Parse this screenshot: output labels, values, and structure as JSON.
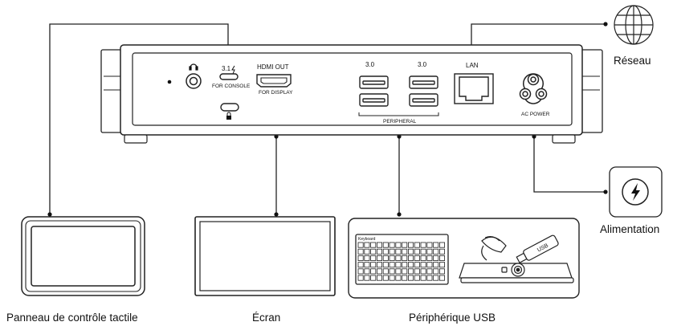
{
  "ports": {
    "usb_c_version": "3.1",
    "usb_c_sub": "FOR CONSOLE",
    "hdmi": "HDMI OUT",
    "hdmi_sub": "FOR DISPLAY",
    "usb_a_left": "3.0",
    "usb_a_right": "3.0",
    "peripheral": "PERIPHERAL",
    "lan": "LAN",
    "ac_power": "AC POWER"
  },
  "devices": {
    "touch_panel": "Panneau de contrôle tactile",
    "screen": "Écran",
    "usb_peripheral": "Périphérique USB",
    "network": "Réseau",
    "power": "Alimentation",
    "keyboard_brand": "Keyboard",
    "usb_stick_text": "USB"
  }
}
